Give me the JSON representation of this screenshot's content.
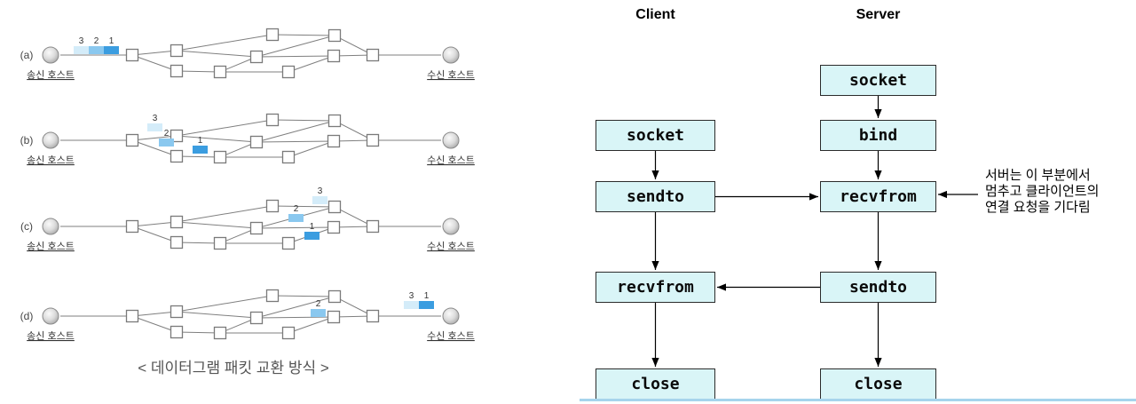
{
  "left_diagram": {
    "caption": "< 데이터그램 패킷 교환 방식 >",
    "sender_label": "송신 호스트",
    "receiver_label": "수신 호스트",
    "rows": [
      {
        "label": "(a)",
        "packets": [
          {
            "num": "3",
            "color": "#d4ecf9"
          },
          {
            "num": "2",
            "color": "#8ac8ef"
          },
          {
            "num": "1",
            "color": "#3b9de0"
          }
        ]
      },
      {
        "label": "(b)",
        "packets": [
          {
            "num": "3",
            "color": "#d4ecf9"
          },
          {
            "num": "2",
            "color": "#8ac8ef"
          },
          {
            "num": "1",
            "color": "#3b9de0"
          }
        ]
      },
      {
        "label": "(c)",
        "packets": [
          {
            "num": "3",
            "color": "#d4ecf9"
          },
          {
            "num": "2",
            "color": "#8ac8ef"
          },
          {
            "num": "1",
            "color": "#3b9de0"
          }
        ]
      },
      {
        "label": "(d)",
        "packets": [
          {
            "num": "2",
            "color": "#8ac8ef"
          },
          {
            "num": "3",
            "color": "#d4ecf9"
          },
          {
            "num": "1",
            "color": "#3b9de0"
          }
        ]
      }
    ]
  },
  "right_diagram": {
    "client_header": "Client",
    "server_header": "Server",
    "client_steps": [
      "socket",
      "sendto",
      "recvfrom",
      "close"
    ],
    "server_steps": [
      "socket",
      "bind",
      "recvfrom",
      "sendto",
      "close"
    ],
    "annotation_lines": [
      "서버는 이 부분에서",
      "멈추고 클라이언트의",
      "연결 요청을 기다림"
    ],
    "box_fill": "#d9f5f7",
    "bottom_rule_color": "#a6d4ec"
  }
}
